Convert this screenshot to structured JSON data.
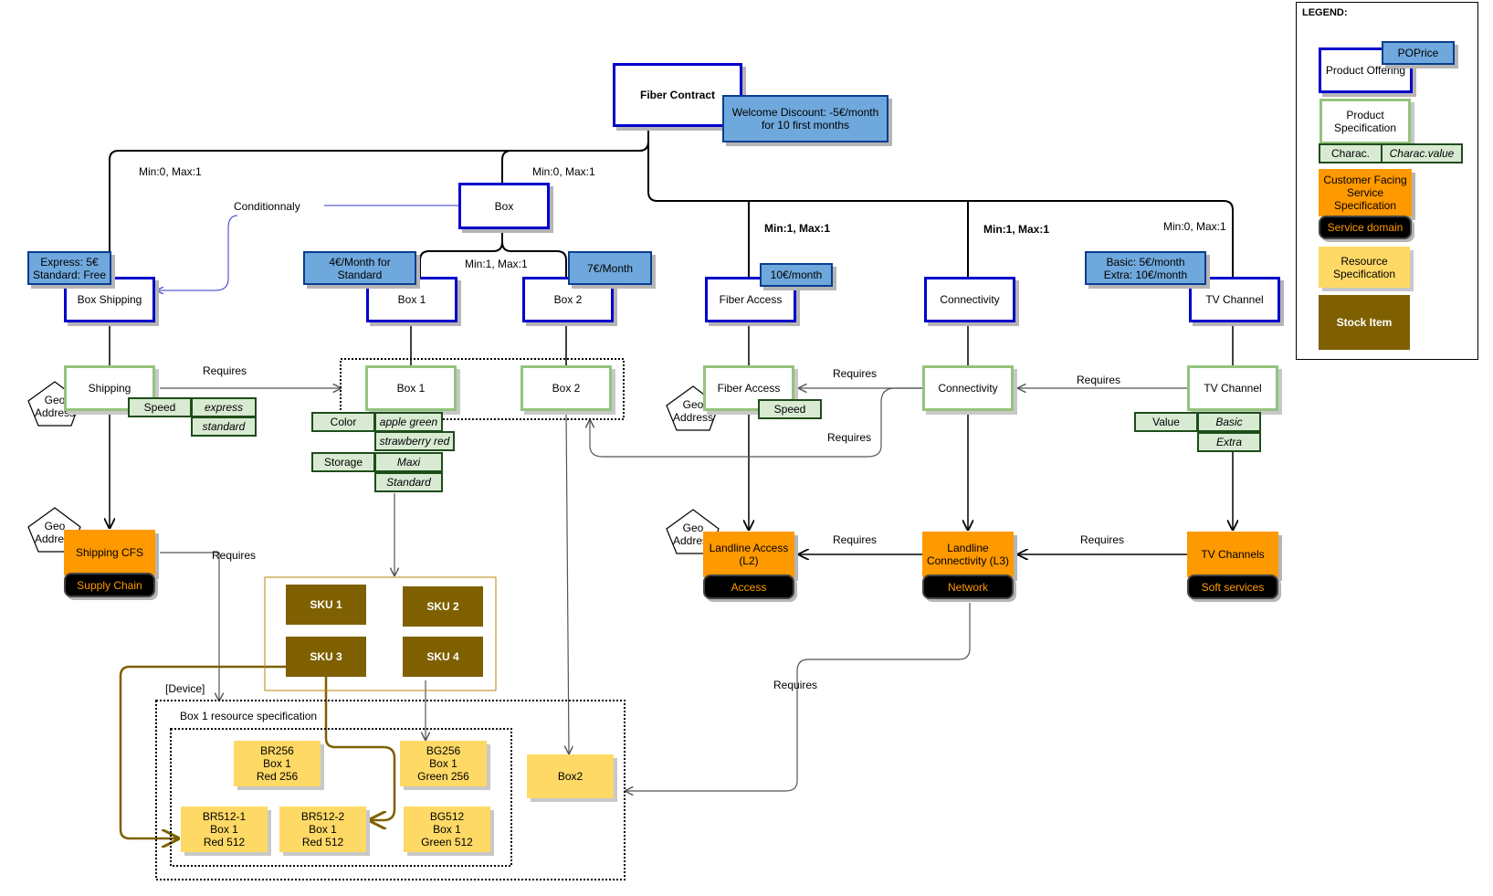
{
  "legend": {
    "title": "LEGEND:",
    "poprice": "POPrice",
    "product_offering": "Product Offering",
    "product_specification": "Product\nSpecification",
    "charac": "Charac.",
    "charac_value": "Charac.value",
    "cfs": "Customer Facing\nService\nSpecification",
    "service_domain": "Service domain",
    "resource_spec": "Resource\nSpecification",
    "stock_item": "Stock Item"
  },
  "offerings": {
    "fiber_contract": "Fiber Contract",
    "box": "Box",
    "box_shipping": "Box Shipping",
    "box1": "Box 1",
    "box2": "Box 2",
    "fiber_access": "Fiber Access",
    "connectivity": "Connectivity",
    "tv_channel": "TV Channel"
  },
  "prices": {
    "welcome": "Welcome Discount: -5€/month\nfor 10 first months",
    "shipping": "Express: 5€\nStandard: Free",
    "box1": "4€/Month for\nStandard",
    "box2": "7€/Month",
    "fiber_access": "10€/month",
    "tv": "Basic: 5€/month\nExtra: 10€/month"
  },
  "cardinalities": {
    "shipping": "Min:0, Max:1",
    "box": "Min:0, Max:1",
    "box_children": "Min:1, Max:1",
    "fiber_access": "Min:1, Max:1",
    "connectivity": "Min:1, Max:1",
    "tv": "Min:0, Max:1"
  },
  "labels": {
    "conditionnaly": "Conditionnaly",
    "requires": "Requires",
    "device": "[Device]",
    "box1_resource_spec": "Box 1 resource specification",
    "geo_address": "Geo\nAddress"
  },
  "specs": {
    "shipping": "Shipping",
    "box1": "Box 1",
    "box2": "Box 2",
    "fiber_access": "Fiber Access",
    "connectivity": "Connectivity",
    "tv_channel": "TV Channel"
  },
  "characteristics": {
    "speed": "Speed",
    "express": "express",
    "standard": "standard",
    "color": "Color",
    "apple_green": "apple green",
    "strawberry_red": "strawberry red",
    "storage": "Storage",
    "maxi": "Maxi",
    "standard_cap": "Standard",
    "fiber_speed": "Speed",
    "value": "Value",
    "basic": "Basic",
    "extra": "Extra"
  },
  "cfs": {
    "shipping": "Shipping CFS",
    "landline_access": "Landline Access\n(L2)",
    "landline_connectivity": "Landline\nConnectivity (L3)",
    "tv_channels": "TV Channels"
  },
  "domains": {
    "supply_chain": "Supply Chain",
    "access": "Access",
    "network": "Network",
    "soft_services": "Soft services"
  },
  "skus": [
    "SKU 1",
    "SKU 2",
    "SKU 3",
    "SKU 4"
  ],
  "resources": {
    "br256": "BR256\nBox 1\nRed 256",
    "bg256": "BG256\nBox 1\nGreen 256",
    "br512_1": "BR512-1\nBox 1\nRed 512",
    "br512_2": "BR512-2\nBox 1\nRed 512",
    "bg512": "BG512\nBox 1\nGreen 512",
    "box2": "Box2"
  },
  "colors": {
    "offering_border": "#0000cc",
    "price_fill": "#6fa8dc",
    "spec_border": "#93c47d",
    "charac_fill": "#d9ead3",
    "cfs_fill": "#ff9900",
    "resource_fill": "#ffd966",
    "stock_fill": "#7f6000"
  }
}
